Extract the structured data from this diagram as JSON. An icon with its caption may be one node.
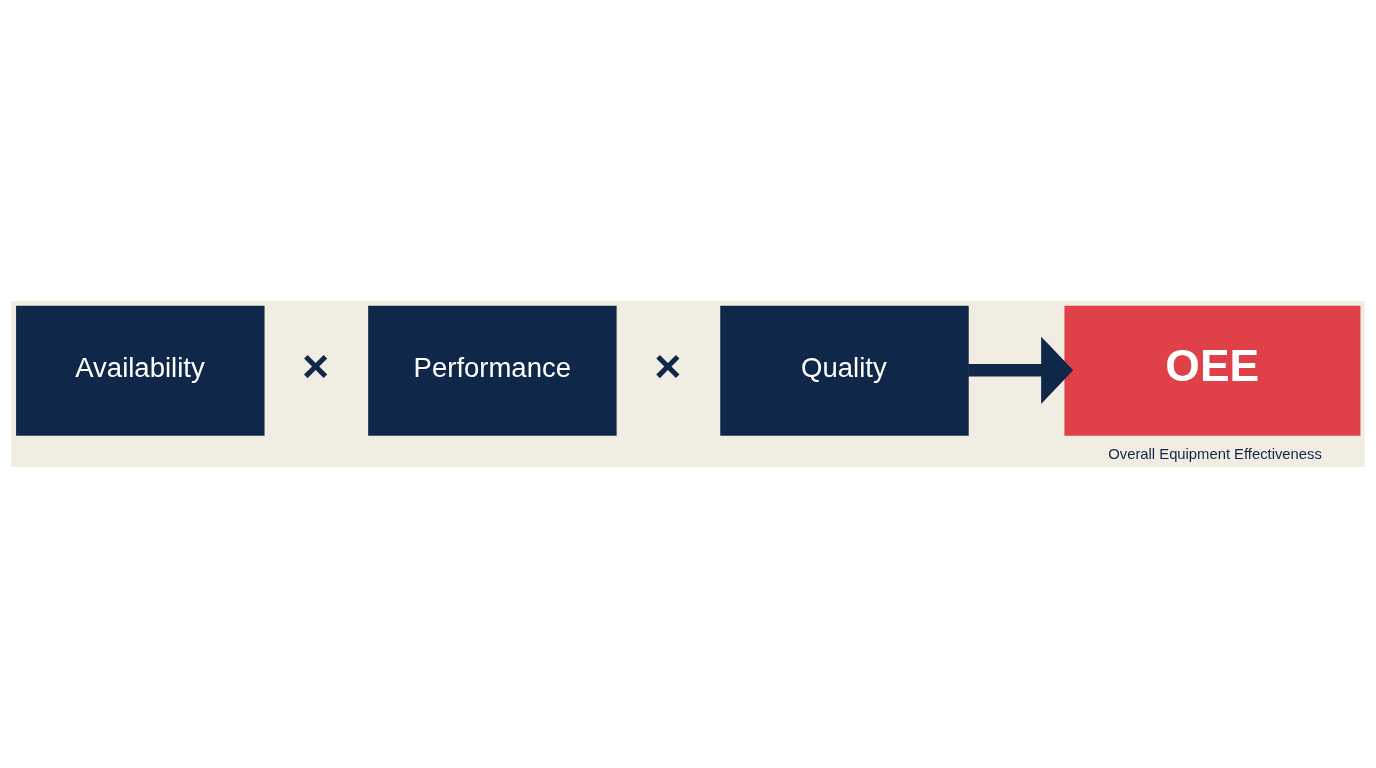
{
  "diagram": {
    "nodes": [
      {
        "text": [
          "Availability"
        ]
      },
      {
        "text": [
          "Performance"
        ]
      },
      {
        "text": [
          "Quality"
        ]
      },
      {
        "text": [
          "OEE"
        ],
        "beside": [
          "Overall Equipment Effectiveness"
        ]
      }
    ],
    "edges": [
      {
        "from": 2,
        "to": 3,
        "arrow": "to"
      }
    ],
    "labels": [
      "×",
      "×"
    ]
  }
}
